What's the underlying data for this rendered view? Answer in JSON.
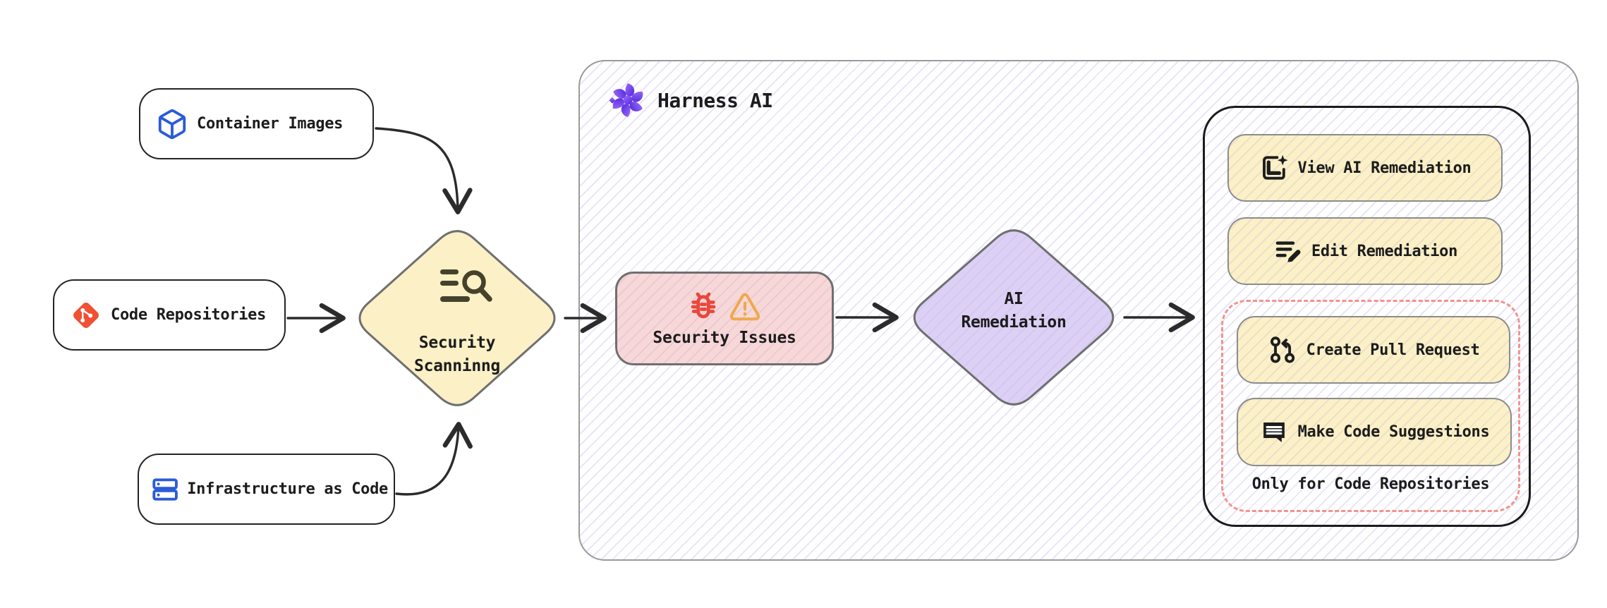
{
  "diagram": {
    "background": "#ffffff",
    "sources": [
      {
        "label": "Container Images",
        "icon": "container-cube-icon",
        "icon_color": "#2B5CD7"
      },
      {
        "label": "Code Repositories",
        "icon": "git-icon",
        "icon_color": "#F05033"
      },
      {
        "label": "Infrastructure as Code",
        "icon": "server-stack-icon",
        "icon_color": "#2B5CD7"
      }
    ],
    "scanning": {
      "label_line1": "Security",
      "label_line2": "Scanninng",
      "icon": "scan-search-icon",
      "fill": "#FBF0C6",
      "border": "#6F6F6F"
    },
    "harness_group": {
      "title": "Harness AI",
      "icon": "harness-ai-logo-icon",
      "accent": "#6D3BEF",
      "hatch_line": "#DFDAF7"
    },
    "security_issues": {
      "label": "Security Issues",
      "icons": [
        "bug-icon",
        "warning-icon"
      ],
      "fill": "#F8D7D7",
      "bug_color": "#E8483B",
      "warning_color": "#EFA94C"
    },
    "ai_remediation": {
      "label_line1": "AI",
      "label_line2": "Remediation",
      "fill": "#DCD0F5"
    },
    "actions": {
      "view_label": "View AI Remediation",
      "edit_label": "Edit Remediation",
      "pr_label": "Create Pull Request",
      "suggest_label": "Make Code Suggestions",
      "note": "Only for Code Repositories",
      "button_fill": "#FBF0C6",
      "dashed_border": "#F2938C"
    }
  }
}
